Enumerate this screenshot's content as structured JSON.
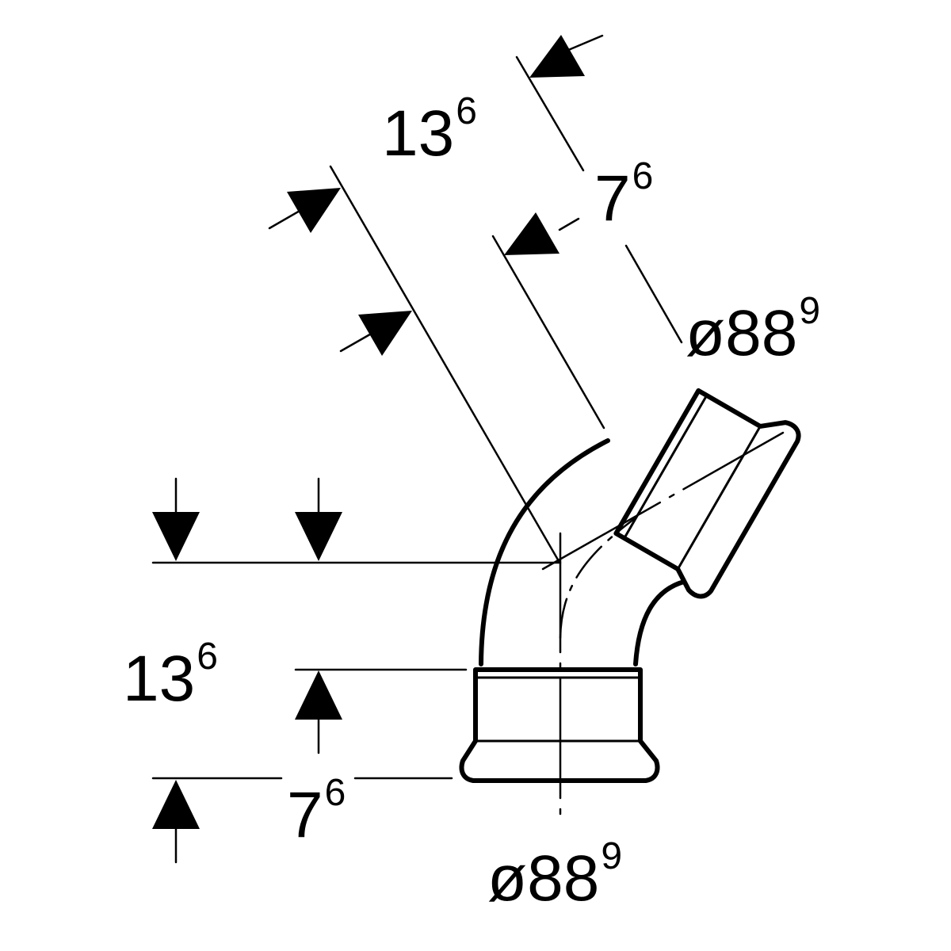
{
  "dimensions": {
    "top_length": {
      "base": "13",
      "sup": "6"
    },
    "top_insertion": {
      "base": "7",
      "sup": "6"
    },
    "top_diameter": {
      "base": "ø88",
      "sup": "9"
    },
    "left_length": {
      "base": "13",
      "sup": "6"
    },
    "left_insertion": {
      "base": "7",
      "sup": "6"
    },
    "bottom_diameter": {
      "base": "ø88",
      "sup": "9"
    }
  },
  "colors": {
    "line": "#000000",
    "background": "#ffffff"
  }
}
